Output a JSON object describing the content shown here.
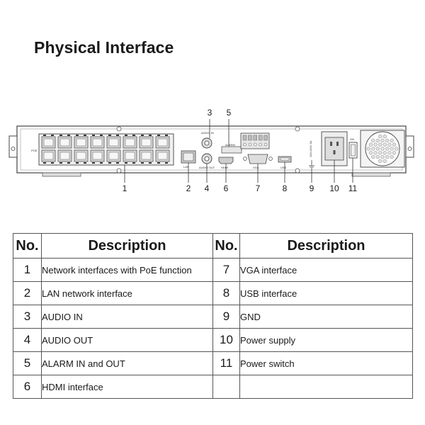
{
  "title": "Physical Interface",
  "diagram": {
    "device_labels": {
      "poe": "POE",
      "lan": "LAN",
      "audio_in": "AUDIO IN",
      "audio_out": "AUDIO OUT",
      "alarm": "ALARM",
      "hdmi": "HDMI",
      "vga": "VGA",
      "usb": "USB",
      "power_rating": "100-240V 5A",
      "power_on": "ON"
    },
    "callouts": [
      "1",
      "2",
      "3",
      "4",
      "5",
      "6",
      "7",
      "8",
      "9",
      "10",
      "11"
    ]
  },
  "table": {
    "headers": [
      "No.",
      "Description",
      "No.",
      "Description"
    ],
    "rows": [
      {
        "no_left": "1",
        "desc_left": "Network interfaces with PoE function",
        "no_right": "7",
        "desc_right": "VGA interface"
      },
      {
        "no_left": "2",
        "desc_left": "LAN network interface",
        "no_right": "8",
        "desc_right": "USB interface"
      },
      {
        "no_left": "3",
        "desc_left": "AUDIO IN",
        "no_right": "9",
        "desc_right": "GND"
      },
      {
        "no_left": "4",
        "desc_left": "AUDIO OUT",
        "no_right": "10",
        "desc_right": "Power supply"
      },
      {
        "no_left": "5",
        "desc_left": "ALARM IN and OUT",
        "no_right": "11",
        "desc_right": "Power switch"
      },
      {
        "no_left": "6",
        "desc_left": "HDMI interface",
        "no_right": "",
        "desc_right": ""
      }
    ]
  }
}
